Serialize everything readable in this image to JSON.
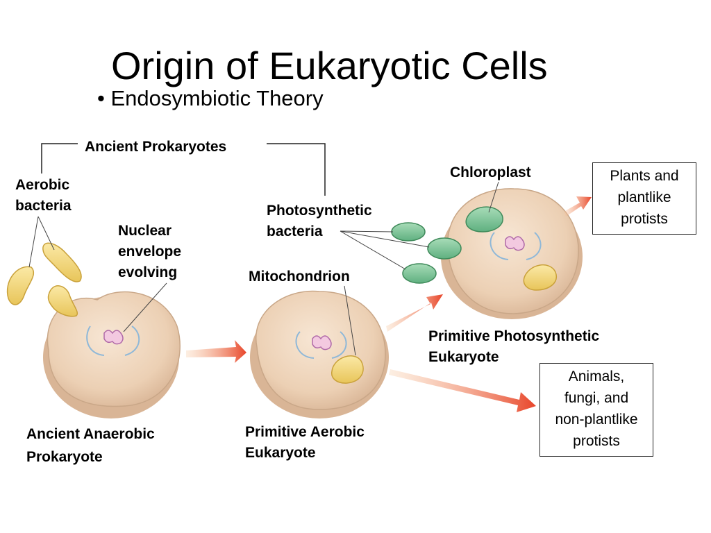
{
  "slide": {
    "title": "Origin of Eukaryotic Cells",
    "bullet": "Endosymbiotic Theory"
  },
  "labels": {
    "ancient_prokaryotes": "Ancient Prokaryotes",
    "aerobic_bacteria": "Aerobic\nbacteria",
    "nuclear_envelope": "Nuclear\nenvelope\nevolving",
    "photosynthetic_bacteria": "Photosynthetic\nbacteria",
    "mitochondrion": "Mitochondrion",
    "chloroplast": "Chloroplast",
    "ancient_anaerobic": "Ancient Anaerobic\nProkaryote",
    "primitive_aerobic": "Primitive Aerobic\nEukaryote",
    "primitive_photosynthetic": "Primitive Photosynthetic\nEukaryote"
  },
  "outcomes": {
    "plants": "Plants and\nplantlike\nprotists",
    "animals": "Animals,\nfungi, and\nnon-plantlike\nprotists"
  },
  "colors": {
    "cell_fill": "#eed3b8",
    "cell_edge": "#c9a788",
    "bacteria_yellow": "#f2d77a",
    "bacteria_green": "#7fc79a",
    "arrow": "#e8542a"
  }
}
